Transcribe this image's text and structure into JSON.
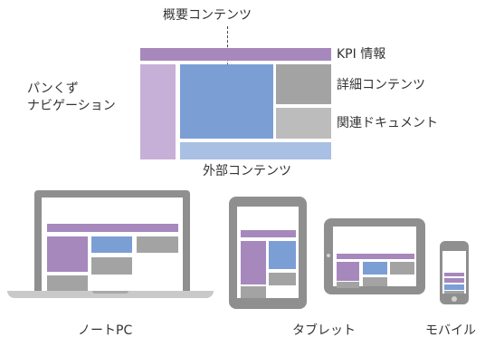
{
  "layout_labels": {
    "overview": "概要コンテンツ",
    "kpi": "KPI 情報",
    "breadcrumb_line1": "パンくず",
    "breadcrumb_line2": "ナビゲーション",
    "details": "詳細コンテンツ",
    "related": "関連ドキュメント",
    "external": "外部コンテンツ"
  },
  "devices": {
    "laptop": "ノートPC",
    "tablet": "タブレット",
    "mobile": "モバイル"
  },
  "colors": {
    "kpi_bar": "#a688bd",
    "breadcrumb_nav": "#c7b0d8",
    "overview": "#7b9fd5",
    "external": "#a9bfe3",
    "details": "#a3a3a3",
    "related": "#bcbcbc",
    "device_frame": "#8f8f8f"
  }
}
